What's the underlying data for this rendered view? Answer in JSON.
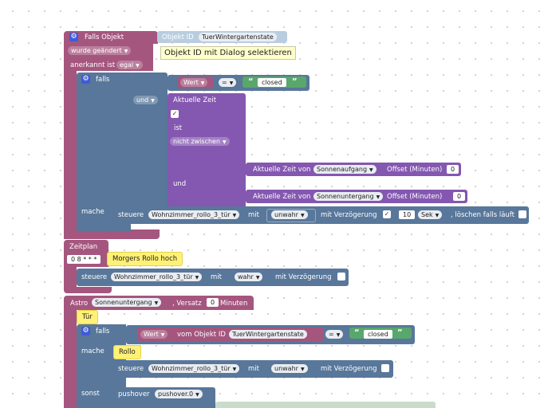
{
  "trigger": {
    "header_label": "Falls Objekt",
    "object_id_label": "Objekt ID",
    "object_id_value": "TuerWintergartenstate",
    "tooltip": "Objekt ID mit Dialog selektieren",
    "change_value": "wurde geändert",
    "ack_label": "anerkannt ist",
    "ack_value": "egal",
    "if_label": "falls",
    "and_label": "und",
    "value_label": "Wert",
    "eq_op": "=",
    "string_value": "closed",
    "time_label": "Aktuelle Zeit",
    "is_label": "ist",
    "time_op": "nicht zwischen",
    "time_from": "Aktuelle Zeit von",
    "sunrise": "Sonnenaufgang",
    "offset_label": "Offset (Minuten)",
    "offset1": "0",
    "and2_label": "und",
    "sunset": "Sonnenuntergang",
    "offset2": "0",
    "do_label": "mache",
    "control_label": "steuere",
    "control_target": "Wohnzimmer_rollo_3_tür",
    "with_label": "mit",
    "with_value": "unwahr",
    "delay_label": "mit Verzögerung",
    "delay_value": "10",
    "delay_unit": "Sek",
    "clear_label": ", löschen falls läuft"
  },
  "schedule": {
    "label": "Zeitplan",
    "cron": "0 8 * * *",
    "comment": "Morgers Rollo hoch",
    "control_label": "steuere",
    "target": "Wohnzimmer_rollo_3_tür",
    "with_label": "mit",
    "with_value": "wahr",
    "delay_label": "mit Verzögerung"
  },
  "astro": {
    "label": "Astro",
    "event": "Sonnenuntergang",
    "offset_label": ", Versatz",
    "offset": "0",
    "minutes_label": "Minuten",
    "comment_tuer": "Tür",
    "if_label": "falls",
    "value_label": "Wert",
    "of_object_label": "vom Objekt ID",
    "object_value": "TuerWintergartenstate",
    "eq_op": "=",
    "string_value": "closed",
    "do_label": "mache",
    "comment_rollo": "Rollo",
    "control_label": "steuere",
    "target": "Wohnzimmer_rollo_3_tür",
    "with_label": "mit",
    "with_value": "unwahr",
    "delay_label": "mit Verzögerung",
    "else_label": "sonst",
    "pushover_label": "pushover",
    "pushover_value": "pushover.0"
  },
  "colors": {
    "trigger": "#a5567e",
    "logic": "#8457b0",
    "control": "#58779a",
    "string": "#59a76b",
    "comment": "#fff176",
    "gear": "#3f5bd8"
  }
}
